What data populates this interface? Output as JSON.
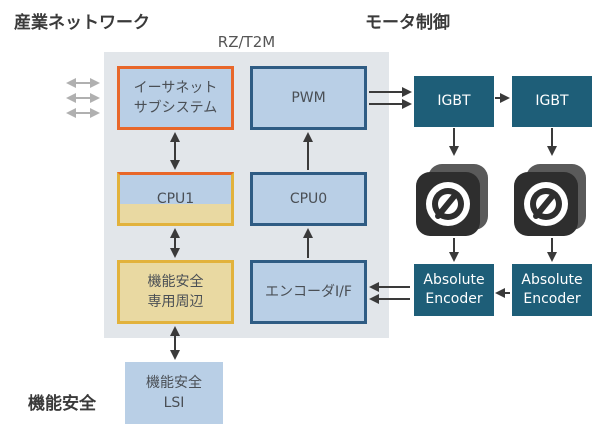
{
  "labels": {
    "industrial_network": "産業ネットワーク",
    "motor_control": "モータ制御",
    "functional_safety": "機能安全"
  },
  "chip": {
    "title": "RZ/T2M",
    "ethernet_line1": "イーサネット",
    "ethernet_line2": "サブシステム",
    "cpu1": "CPU1",
    "safety_line1": "機能安全",
    "safety_line2": "専用周辺",
    "pwm": "PWM",
    "cpu0": "CPU0",
    "encoder_if": "エンコーダI/F"
  },
  "external": {
    "igbt1": "IGBT",
    "igbt2": "IGBT",
    "encoder1_line1": "Absolute",
    "encoder1_line2": "Encoder",
    "encoder2_line1": "Absolute",
    "encoder2_line2": "Encoder",
    "lsi_line1": "機能安全",
    "lsi_line2": "LSI"
  },
  "colors": {
    "chip_bg": "#e2e6ea",
    "block_fill": "#b9cfe6",
    "orange": "#e8672a",
    "navy": "#2f5c84",
    "gold": "#e2b23c",
    "teal": "#1e5e78",
    "motor": "#3a3a3a"
  }
}
